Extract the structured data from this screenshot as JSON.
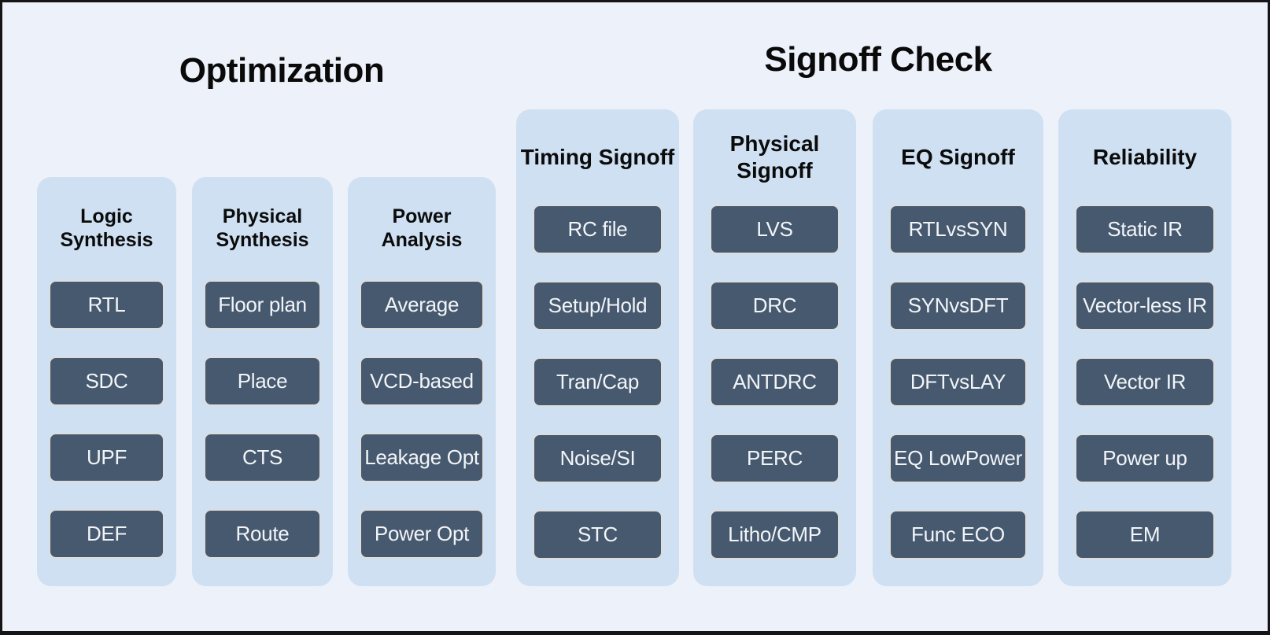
{
  "colors": {
    "page_background": "#EDF1F9",
    "frame_border": "#151515",
    "panel_background": "#CEE0F2",
    "node_background": "#47596F",
    "node_border": "#DDDDDD",
    "node_text": "#F2F5F8",
    "heading_text": "#0A0A0A"
  },
  "sections": [
    {
      "title": "Optimization",
      "columns": [
        {
          "header": "Logic\nSynthesis",
          "items": [
            "RTL",
            "SDC",
            "UPF",
            "DEF"
          ]
        },
        {
          "header": "Physical\nSynthesis",
          "items": [
            "Floor plan",
            "Place",
            "CTS",
            "Route"
          ]
        },
        {
          "header": "Power\nAnalysis",
          "items": [
            "Average",
            "VCD-based",
            "Leakage Opt",
            "Power Opt"
          ]
        }
      ]
    },
    {
      "title": "Signoff Check",
      "columns": [
        {
          "header": "Timing Signoff",
          "items": [
            "RC file",
            "Setup/Hold",
            "Tran/Cap",
            "Noise/SI",
            "STC"
          ]
        },
        {
          "header": "Physical\nSignoff",
          "items": [
            "LVS",
            "DRC",
            "ANTDRC",
            "PERC",
            "Litho/CMP"
          ]
        },
        {
          "header": "EQ Signoff",
          "items": [
            "RTLvsSYN",
            "SYNvsDFT",
            "DFTvsLAY",
            "EQ LowPower",
            "Func ECO"
          ]
        },
        {
          "header": "Reliability",
          "items": [
            "Static IR",
            "Vector-less IR",
            "Vector IR",
            "Power up",
            "EM"
          ]
        }
      ]
    }
  ]
}
